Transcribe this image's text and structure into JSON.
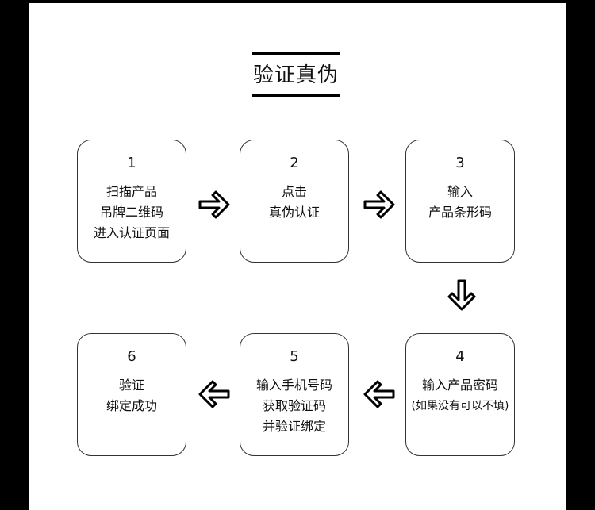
{
  "title": "验证真伪",
  "steps": [
    {
      "num": "1",
      "lines": [
        "扫描产品",
        "吊牌二维码",
        "进入认证页面"
      ]
    },
    {
      "num": "2",
      "lines": [
        "点击",
        "真伪认证"
      ]
    },
    {
      "num": "3",
      "lines": [
        "输入",
        "产品条形码"
      ]
    },
    {
      "num": "4",
      "lines": [
        "输入产品密码",
        "(如果没有可以不填)"
      ]
    },
    {
      "num": "5",
      "lines": [
        "输入手机号码",
        "获取验证码",
        "并验证绑定"
      ]
    },
    {
      "num": "6",
      "lines": [
        "验证",
        "绑定成功"
      ]
    }
  ],
  "arrows": [
    "arrow-right",
    "arrow-right",
    "arrow-down",
    "arrow-left",
    "arrow-left"
  ]
}
